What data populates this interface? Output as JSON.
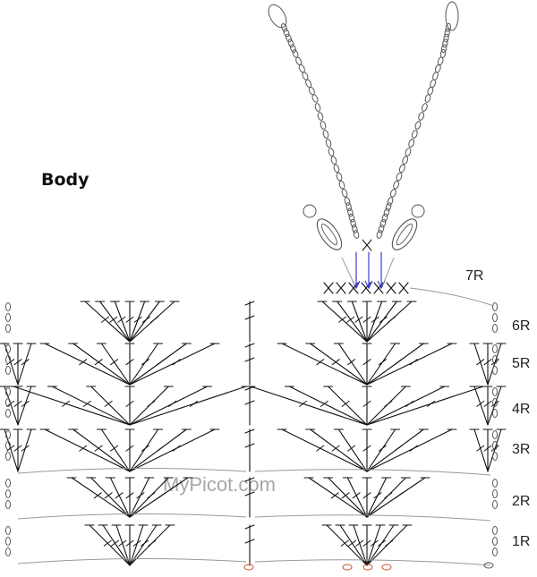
{
  "diagram": {
    "title": "Body",
    "watermark": "MyPicot.com",
    "row_labels": [
      "7R",
      "6R",
      "5R",
      "4R",
      "3R",
      "2R",
      "1R"
    ],
    "colors": {
      "stitch": "#111111",
      "chain": "#555555",
      "arrow_gray": "#9a9a9a",
      "arrow_blue": "#2b2bd6",
      "bead": "#c8502a"
    }
  }
}
